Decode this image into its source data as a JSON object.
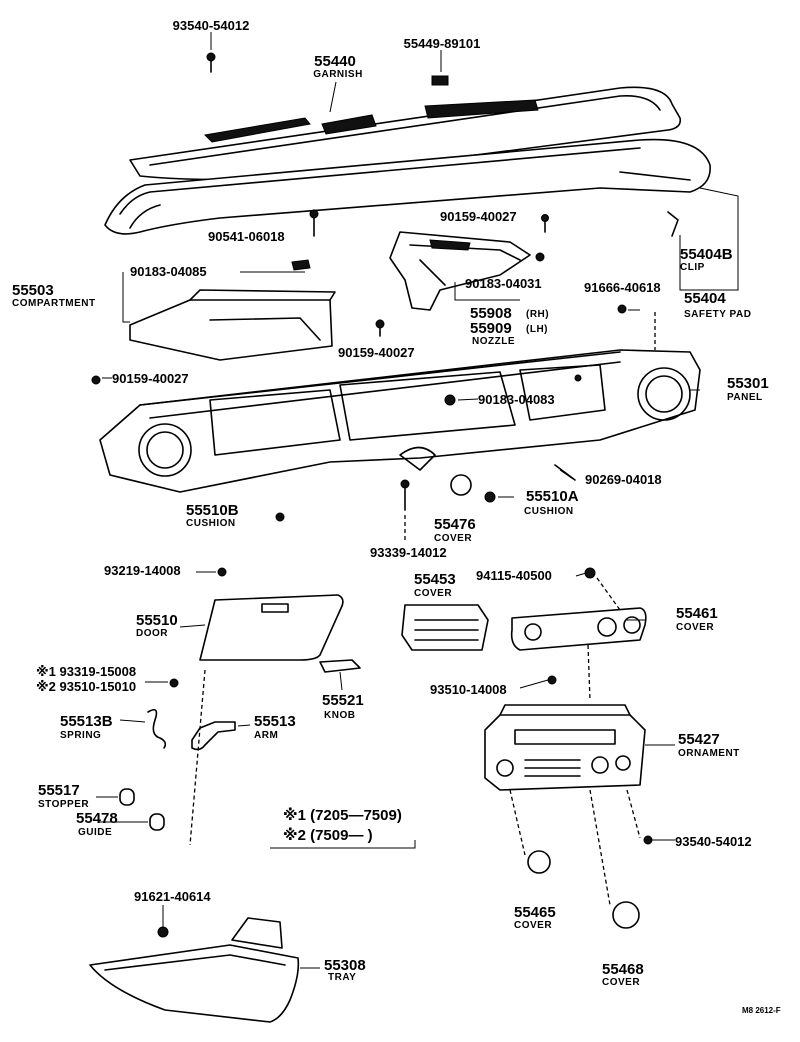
{
  "parts": {
    "p93540_top": "93540-54012",
    "p55449": "55449-89101",
    "p55440": "55440",
    "p55440_name": "GARNISH",
    "p90159_a": "90159-40027",
    "p90541": "90541-06018",
    "p55404b": "55404B",
    "p55404b_name": "CLIP",
    "p90183_a": "90183-04085",
    "p55503": "55503",
    "p55503_name": "COMPARTMENT",
    "p90183_b": "90183-04031",
    "p91666": "91666-40618",
    "p55404": "55404",
    "p55404_name": "SAFETY PAD",
    "p55908": "55908",
    "p55908_side": "(RH)",
    "p55909": "55909",
    "p55909_side": "(LH)",
    "nozzle_name": "NOZZLE",
    "p90159_b": "90159-40027",
    "p90159_c": "90159-40027",
    "p55301": "55301",
    "p55301_name": "PANEL",
    "p90183_c": "90183-04083",
    "p90269": "90269-04018",
    "p55510b": "55510B",
    "p55510b_name": "CUSHION",
    "p55476": "55476",
    "p55476_name": "COVER",
    "p55510a": "55510A",
    "p55510a_name": "CUSHION",
    "p93339": "93339-14012",
    "p93219": "93219-14008",
    "p55453": "55453",
    "p55453_name": "COVER",
    "p94115": "94115-40500",
    "p55510": "55510",
    "p55510_name": "DOOR",
    "p55461": "55461",
    "p55461_name": "COVER",
    "p93319": "※1 93319-15008",
    "p93510_a": "※2 93510-15010",
    "p55521": "55521",
    "p55521_name": "KNOB",
    "p93510_b": "93510-14008",
    "p55513b": "55513B",
    "p55513b_name": "SPRING",
    "p55513": "55513",
    "p55513_name": "ARM",
    "p55427": "55427",
    "p55427_name": "ORNAMENT",
    "p55517": "55517",
    "p55517_name": "STOPPER",
    "p55478": "55478",
    "p55478_name": "GUIDE",
    "note1": "※1 (7205—7509)",
    "note2": "※2 (7509—        )",
    "p93540_b": "93540-54012",
    "p91621": "91621-40614",
    "p55465": "55465",
    "p55465_name": "COVER",
    "p55308": "55308",
    "p55308_name": "TRAY",
    "p55468": "55468",
    "p55468_name": "COVER",
    "ref_code": "M8 2612-F"
  }
}
